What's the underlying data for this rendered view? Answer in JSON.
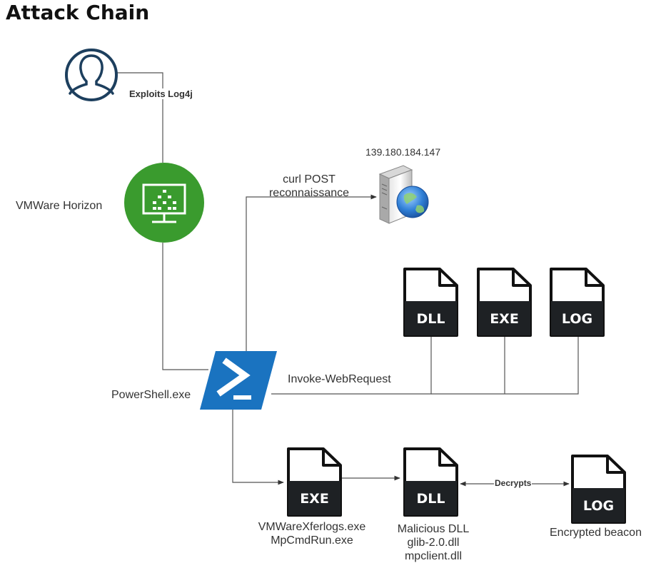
{
  "title": "Attack Chain",
  "nodes": {
    "attacker": {
      "icon": "user-icon"
    },
    "vmware": {
      "label": "VMWare Horizon",
      "icon": "vmware-horizon-icon",
      "color": "#3a9b2e"
    },
    "powershell": {
      "label": "PowerShell.exe",
      "icon": "powershell-icon",
      "color": "#1a73c0"
    },
    "server": {
      "label": "139.180.184.147",
      "icon": "web-server-icon"
    },
    "downloads": [
      {
        "ext": "DLL",
        "icon": "dll-file-icon"
      },
      {
        "ext": "EXE",
        "icon": "exe-file-icon"
      },
      {
        "ext": "LOG",
        "icon": "log-file-icon"
      }
    ],
    "exe": {
      "ext": "EXE",
      "line1": "VMWareXferlogs.exe",
      "line2": "MpCmdRun.exe",
      "icon": "exe-file-icon"
    },
    "dll": {
      "ext": "DLL",
      "line1": "Malicious DLL",
      "line2": "glib-2.0.dll",
      "line3": "mpclient.dll",
      "icon": "dll-file-icon"
    },
    "log": {
      "ext": "LOG",
      "label": "Encrypted beacon",
      "icon": "log-file-icon"
    }
  },
  "edges": {
    "exploit": "Exploits Log4j",
    "curl_line1": "curl POST",
    "curl_line2": "reconnaissance",
    "invoke": "Invoke-WebRequest",
    "decrypts": "Decrypts"
  }
}
